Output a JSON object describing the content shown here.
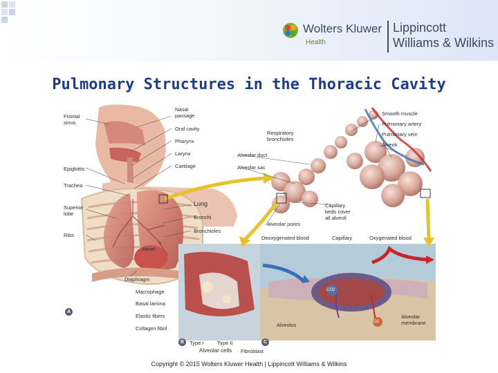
{
  "header": {
    "publisher_1": "Wolters Kluwer",
    "publisher_1_sub": "Health",
    "publisher_2_line1": "Lippincott",
    "publisher_2_line2": "Williams & Wilkins"
  },
  "title": "Pulmonary Structures in the Thoracic Cavity",
  "figure": {
    "panel_a_labels": {
      "frontal_sinus": "Frontal\nsinus",
      "nasal_passage": "Nasal\npassage",
      "oral_cavity": "Oral cavity",
      "pharynx": "Pharynx",
      "larynx": "Larynx",
      "cartilage": "Cartilage",
      "epiglottis": "Epiglottis",
      "trachea": "Trachea",
      "superior_lobe": "Superior\nlobe",
      "ribs": "Ribs",
      "lung": "Lung",
      "bronchi": "Bronchi",
      "bronchioles": "Bronchioles",
      "heart": "Heart",
      "diaphragm": "Diaphragm"
    },
    "panel_b_labels": {
      "macrophage": "Macrophage",
      "basal_lamina": "Basal lamina",
      "elastic_fibers": "Elastic fibers",
      "collagen_fibril": "Collagen fibril",
      "type_i": "Type I",
      "type_ii": "Type II",
      "alveolar_cells": "Alveolar cells",
      "fibroblast": "Fibroblast"
    },
    "alveoli_labels": {
      "respiratory_bronchioles": "Respiratory\nbronchioles",
      "alveolar_duct": "Alveolar duct",
      "alveolar_sac": "Alveolar sac",
      "smooth_muscle": "Smooth muscle",
      "pulmonary_artery": "Pulmonary artery",
      "pulmonary_vein": "Pulmonary vein",
      "alveoli": "Alveoli",
      "capillary_beds": "Capillary\nbeds cover\nall alveoli",
      "alveolar_pores": "Alveolar pores"
    },
    "panel_c_labels": {
      "deoxygenated_blood": "Deoxygenated blood",
      "capillary": "Capillary",
      "oxygenated_blood": "Oxygenated blood",
      "co2": "CO2",
      "o2": "O2",
      "alveolus": "Alveolus",
      "alveolar_membrane": "Alveolar\nmembrane"
    },
    "panel_letters": {
      "a": "A",
      "b": "B",
      "c": "C"
    }
  },
  "copyright": "Copyright © 2015 Wolters Kluwer Health | Lippincott Williams & Wilkins",
  "colors": {
    "title": "#1f3c8c",
    "header_gradient_end": "#dde6f6",
    "arrow_yellow": "#e8c22a",
    "deoxygenated": "#3b6fb5",
    "oxygenated": "#c8262b"
  }
}
